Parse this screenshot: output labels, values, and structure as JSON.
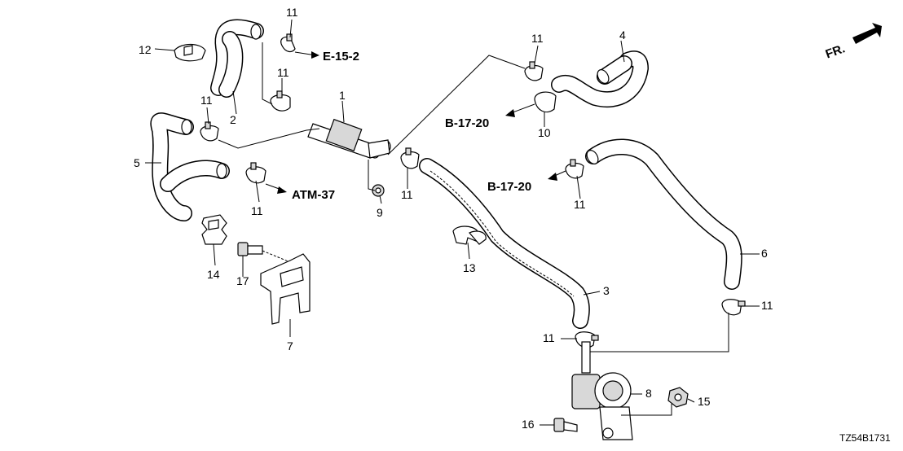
{
  "diagram": {
    "part_numbers": {
      "p1": "1",
      "p2": "2",
      "p3": "3",
      "p4": "4",
      "p5": "5",
      "p6": "6",
      "p7": "7",
      "p8": "8",
      "p9": "9",
      "p10": "10",
      "p11": "11",
      "p12": "12",
      "p13": "13",
      "p14": "14",
      "p15": "15",
      "p16": "16",
      "p17": "17"
    },
    "references": {
      "e152": "E-15-2",
      "b1720": "B-17-20",
      "atm37": "ATM-37"
    },
    "direction_label": "FR.",
    "drawing_code": "TZ54B1731"
  }
}
